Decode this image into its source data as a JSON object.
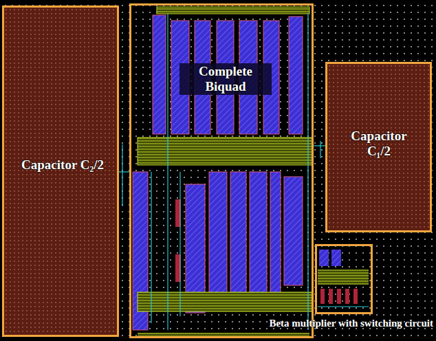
{
  "diagram": {
    "nodes": [
      {
        "text": [
          "Capacitor C₂/2"
        ]
      },
      {
        "text": [
          "Complete Biquad"
        ]
      },
      {
        "text": [
          "Capacitor C₁/2"
        ]
      },
      {
        "text": [
          "Beta multiplier with switching circuit"
        ]
      }
    ]
  }
}
